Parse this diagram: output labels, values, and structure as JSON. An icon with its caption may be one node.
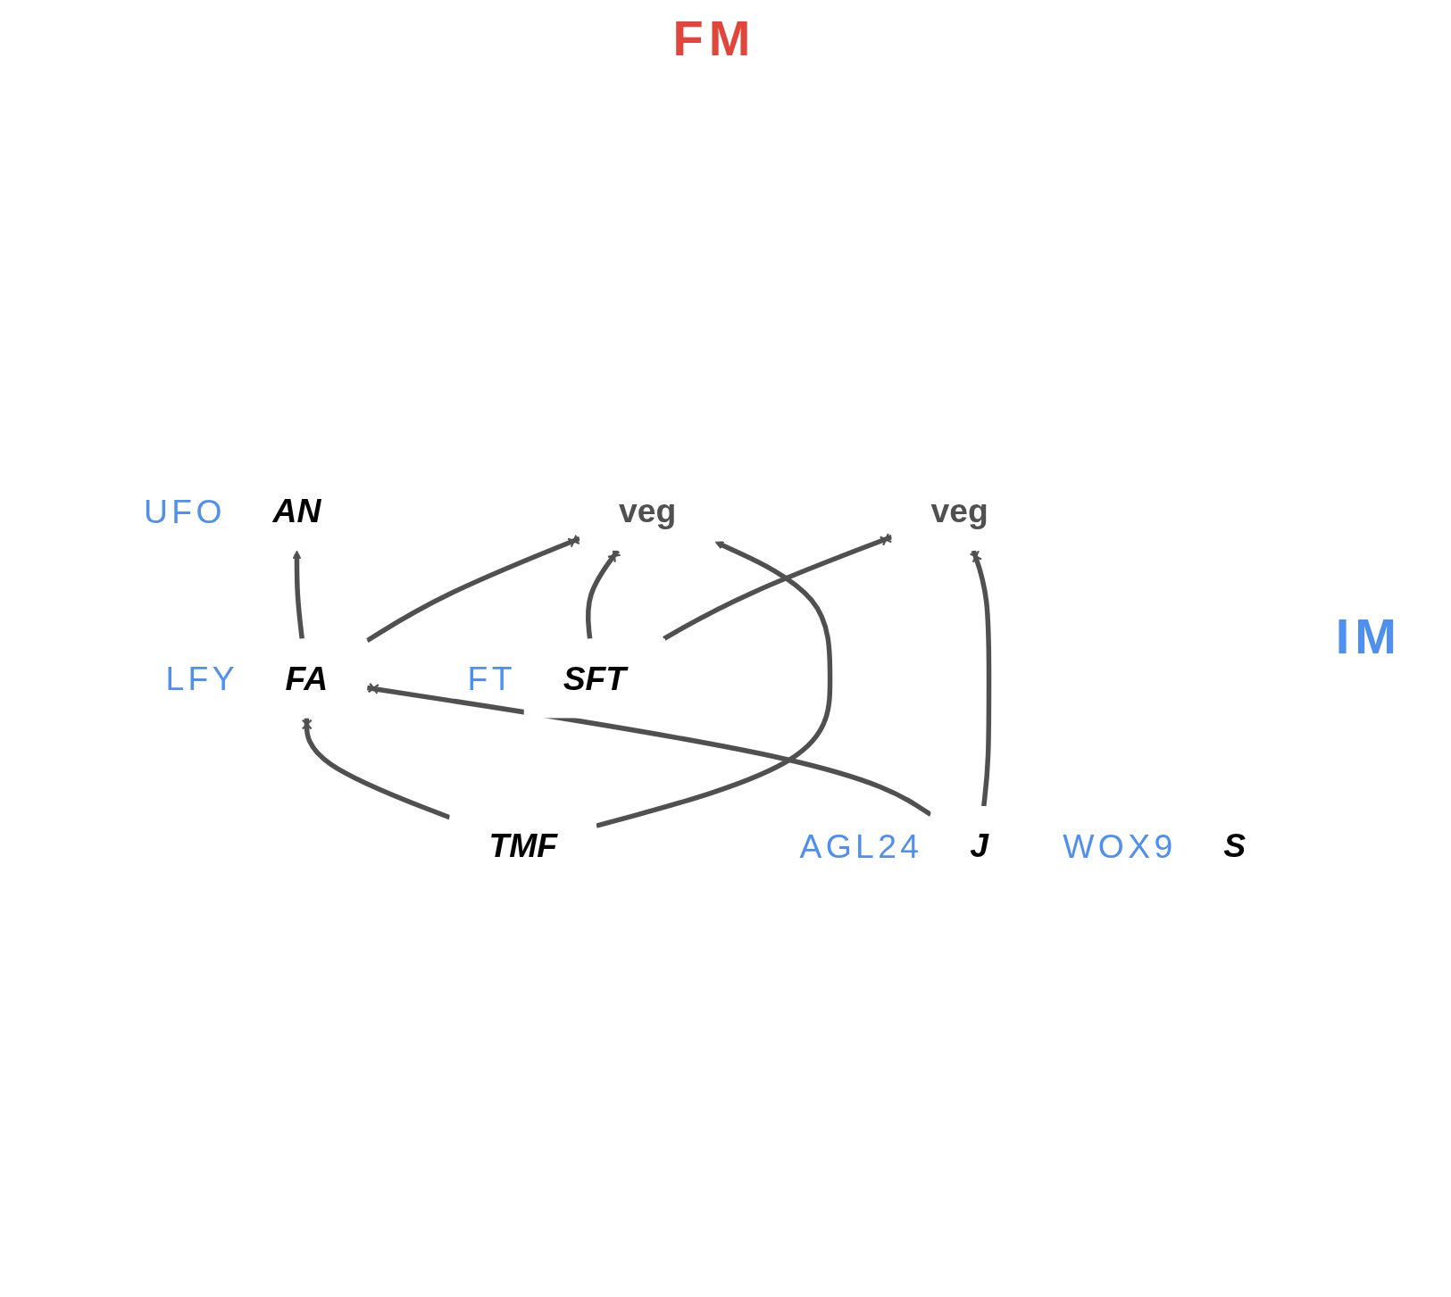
{
  "diagram": {
    "nodes": [
      {
        "text": [
          "AN"
        ],
        "beside": [
          "UFO"
        ]
      },
      {
        "text": [
          "FA"
        ],
        "beside": [
          "LFY"
        ]
      },
      {
        "text": [
          "J"
        ],
        "beside": [
          "AGL24"
        ]
      },
      {
        "text": [
          "S"
        ],
        "beside": [
          "WOX9"
        ]
      },
      {
        "text": [
          "TMF"
        ]
      },
      {
        "text": [
          "veg"
        ]
      },
      {
        "text": [
          "veg"
        ]
      },
      {
        "text": [
          "SFT"
        ],
        "beside": [
          "FT"
        ]
      }
    ],
    "edges": [
      {
        "from": 1,
        "to": 0,
        "arrow": "to"
      },
      {
        "from": 2,
        "to": 1,
        "arrow": "other"
      },
      {
        "from": 4,
        "to": 1,
        "arrow": "other"
      },
      {
        "from": 1,
        "to": 5,
        "arrow": "other"
      },
      {
        "from": 2,
        "to": 6,
        "arrow": "other"
      },
      {
        "from": 4,
        "to": 5,
        "arrow": "to"
      },
      {
        "from": 7,
        "to": 5,
        "arrow": "other"
      },
      {
        "from": 7,
        "to": 6,
        "arrow": "other"
      }
    ],
    "labels": [
      "FM",
      "IM"
    ]
  }
}
